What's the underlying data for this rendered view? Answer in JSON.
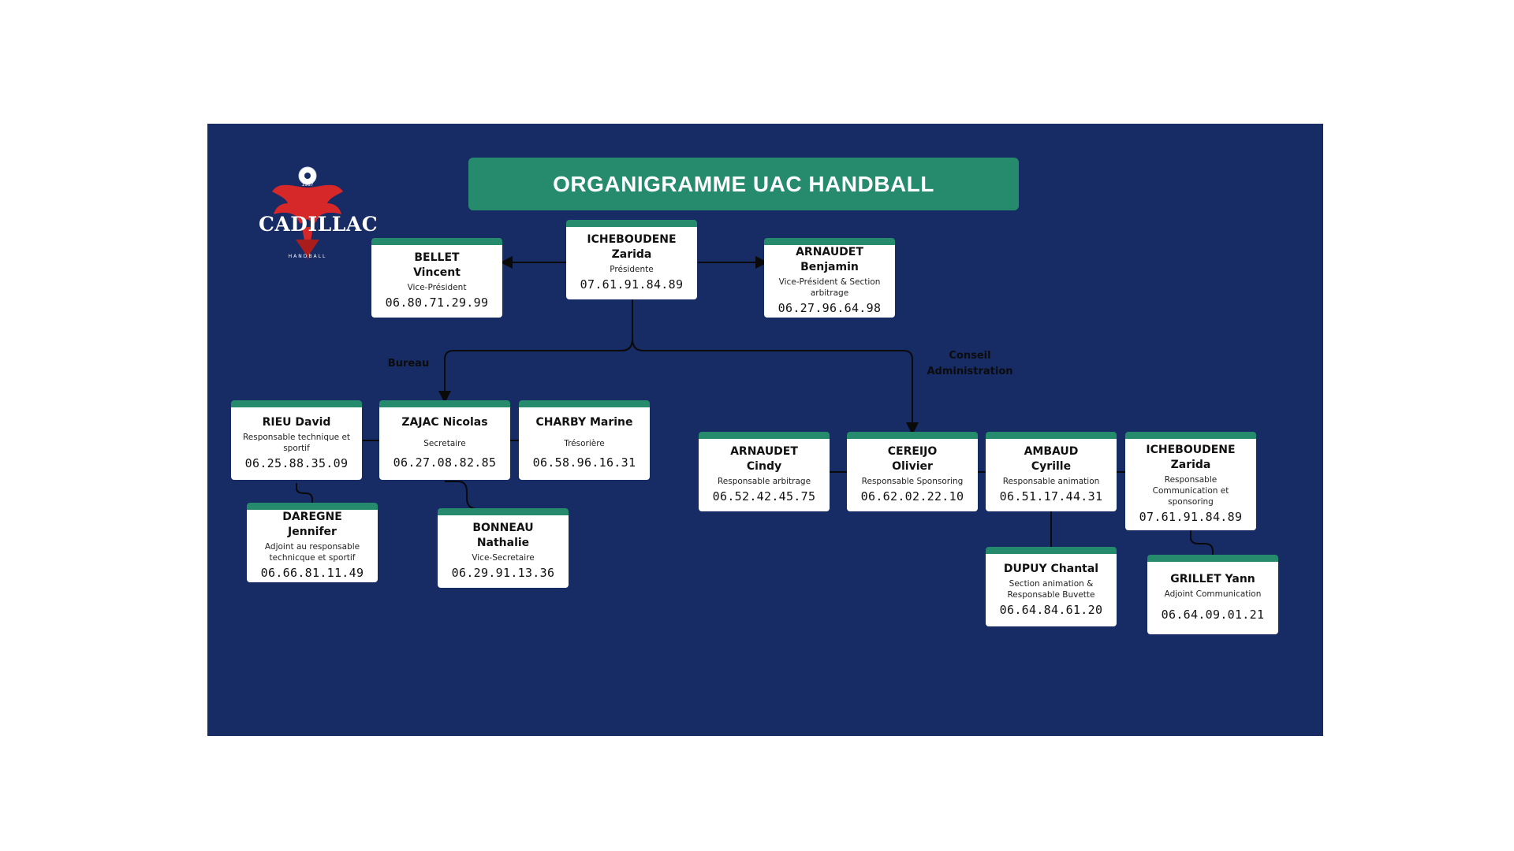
{
  "title": "ORGANIGRAMME UAC HANDBALL",
  "logo": {
    "text": "CADILLAC",
    "subtext": "HANDBALL",
    "year": "1987",
    "accent": "#d62828"
  },
  "colors": {
    "background": "#172b65",
    "accent": "#268b6c",
    "card": "#ffffff"
  },
  "labels": {
    "bureau": "Bureau",
    "conseil_line1": "Conseil",
    "conseil_line2": "Administration"
  },
  "people": [
    {
      "id": "icheboudene-presidente",
      "name_line1": "ICHEBOUDENE",
      "name_line2": "Zarida",
      "role": "Présidente",
      "phone": "07.61.91.84.89"
    },
    {
      "id": "bellet",
      "name_line1": "BELLET",
      "name_line2": "Vincent",
      "role": "Vice-Président",
      "phone": "06.80.71.29.99"
    },
    {
      "id": "arnaudet-benjamin",
      "name_line1": "ARNAUDET",
      "name_line2": "Benjamin",
      "role": "Vice-Président & Section arbitrage",
      "phone": "06.27.96.64.98"
    },
    {
      "id": "rieu",
      "name_line1": "RIEU David",
      "name_line2": "",
      "role": "Responsable technique et sportif",
      "phone": "06.25.88.35.09"
    },
    {
      "id": "zajac",
      "name_line1": "ZAJAC Nicolas",
      "name_line2": "",
      "role": "Secretaire",
      "phone": "06.27.08.82.85"
    },
    {
      "id": "charby",
      "name_line1": "CHARBY Marine",
      "name_line2": "",
      "role": "Trésorière",
      "phone": "06.58.96.16.31"
    },
    {
      "id": "daregne",
      "name_line1": "DAREGNE",
      "name_line2": "Jennifer",
      "role": "Adjoint au responsable technicque et sportif",
      "phone": "06.66.81.11.49"
    },
    {
      "id": "bonneau",
      "name_line1": "BONNEAU",
      "name_line2": "Nathalie",
      "role": "Vice-Secretaire",
      "phone": "06.29.91.13.36"
    },
    {
      "id": "arnaudet-cindy",
      "name_line1": "ARNAUDET",
      "name_line2": "Cindy",
      "role": "Responsable arbitrage",
      "phone": "06.52.42.45.75"
    },
    {
      "id": "cereijo",
      "name_line1": "CEREIJO",
      "name_line2": "Olivier",
      "role": "Responsable Sponsoring",
      "phone": "06.62.02.22.10"
    },
    {
      "id": "ambaud",
      "name_line1": "AMBAUD",
      "name_line2": "Cyrille",
      "role": "Responsable animation",
      "phone": "06.51.17.44.31"
    },
    {
      "id": "icheboudene-comm",
      "name_line1": "ICHEBOUDENE",
      "name_line2": "Zarida",
      "role": "Responsable Communication et sponsoring",
      "phone": "07.61.91.84.89"
    },
    {
      "id": "dupuy",
      "name_line1": "DUPUY Chantal",
      "name_line2": "",
      "role": "Section animation & Responsable Buvette",
      "phone": "06.64.84.61.20"
    },
    {
      "id": "grillet",
      "name_line1": "GRILLET Yann",
      "name_line2": "",
      "role": "Adjoint Communication",
      "phone": "06.64.09.01.21"
    }
  ]
}
